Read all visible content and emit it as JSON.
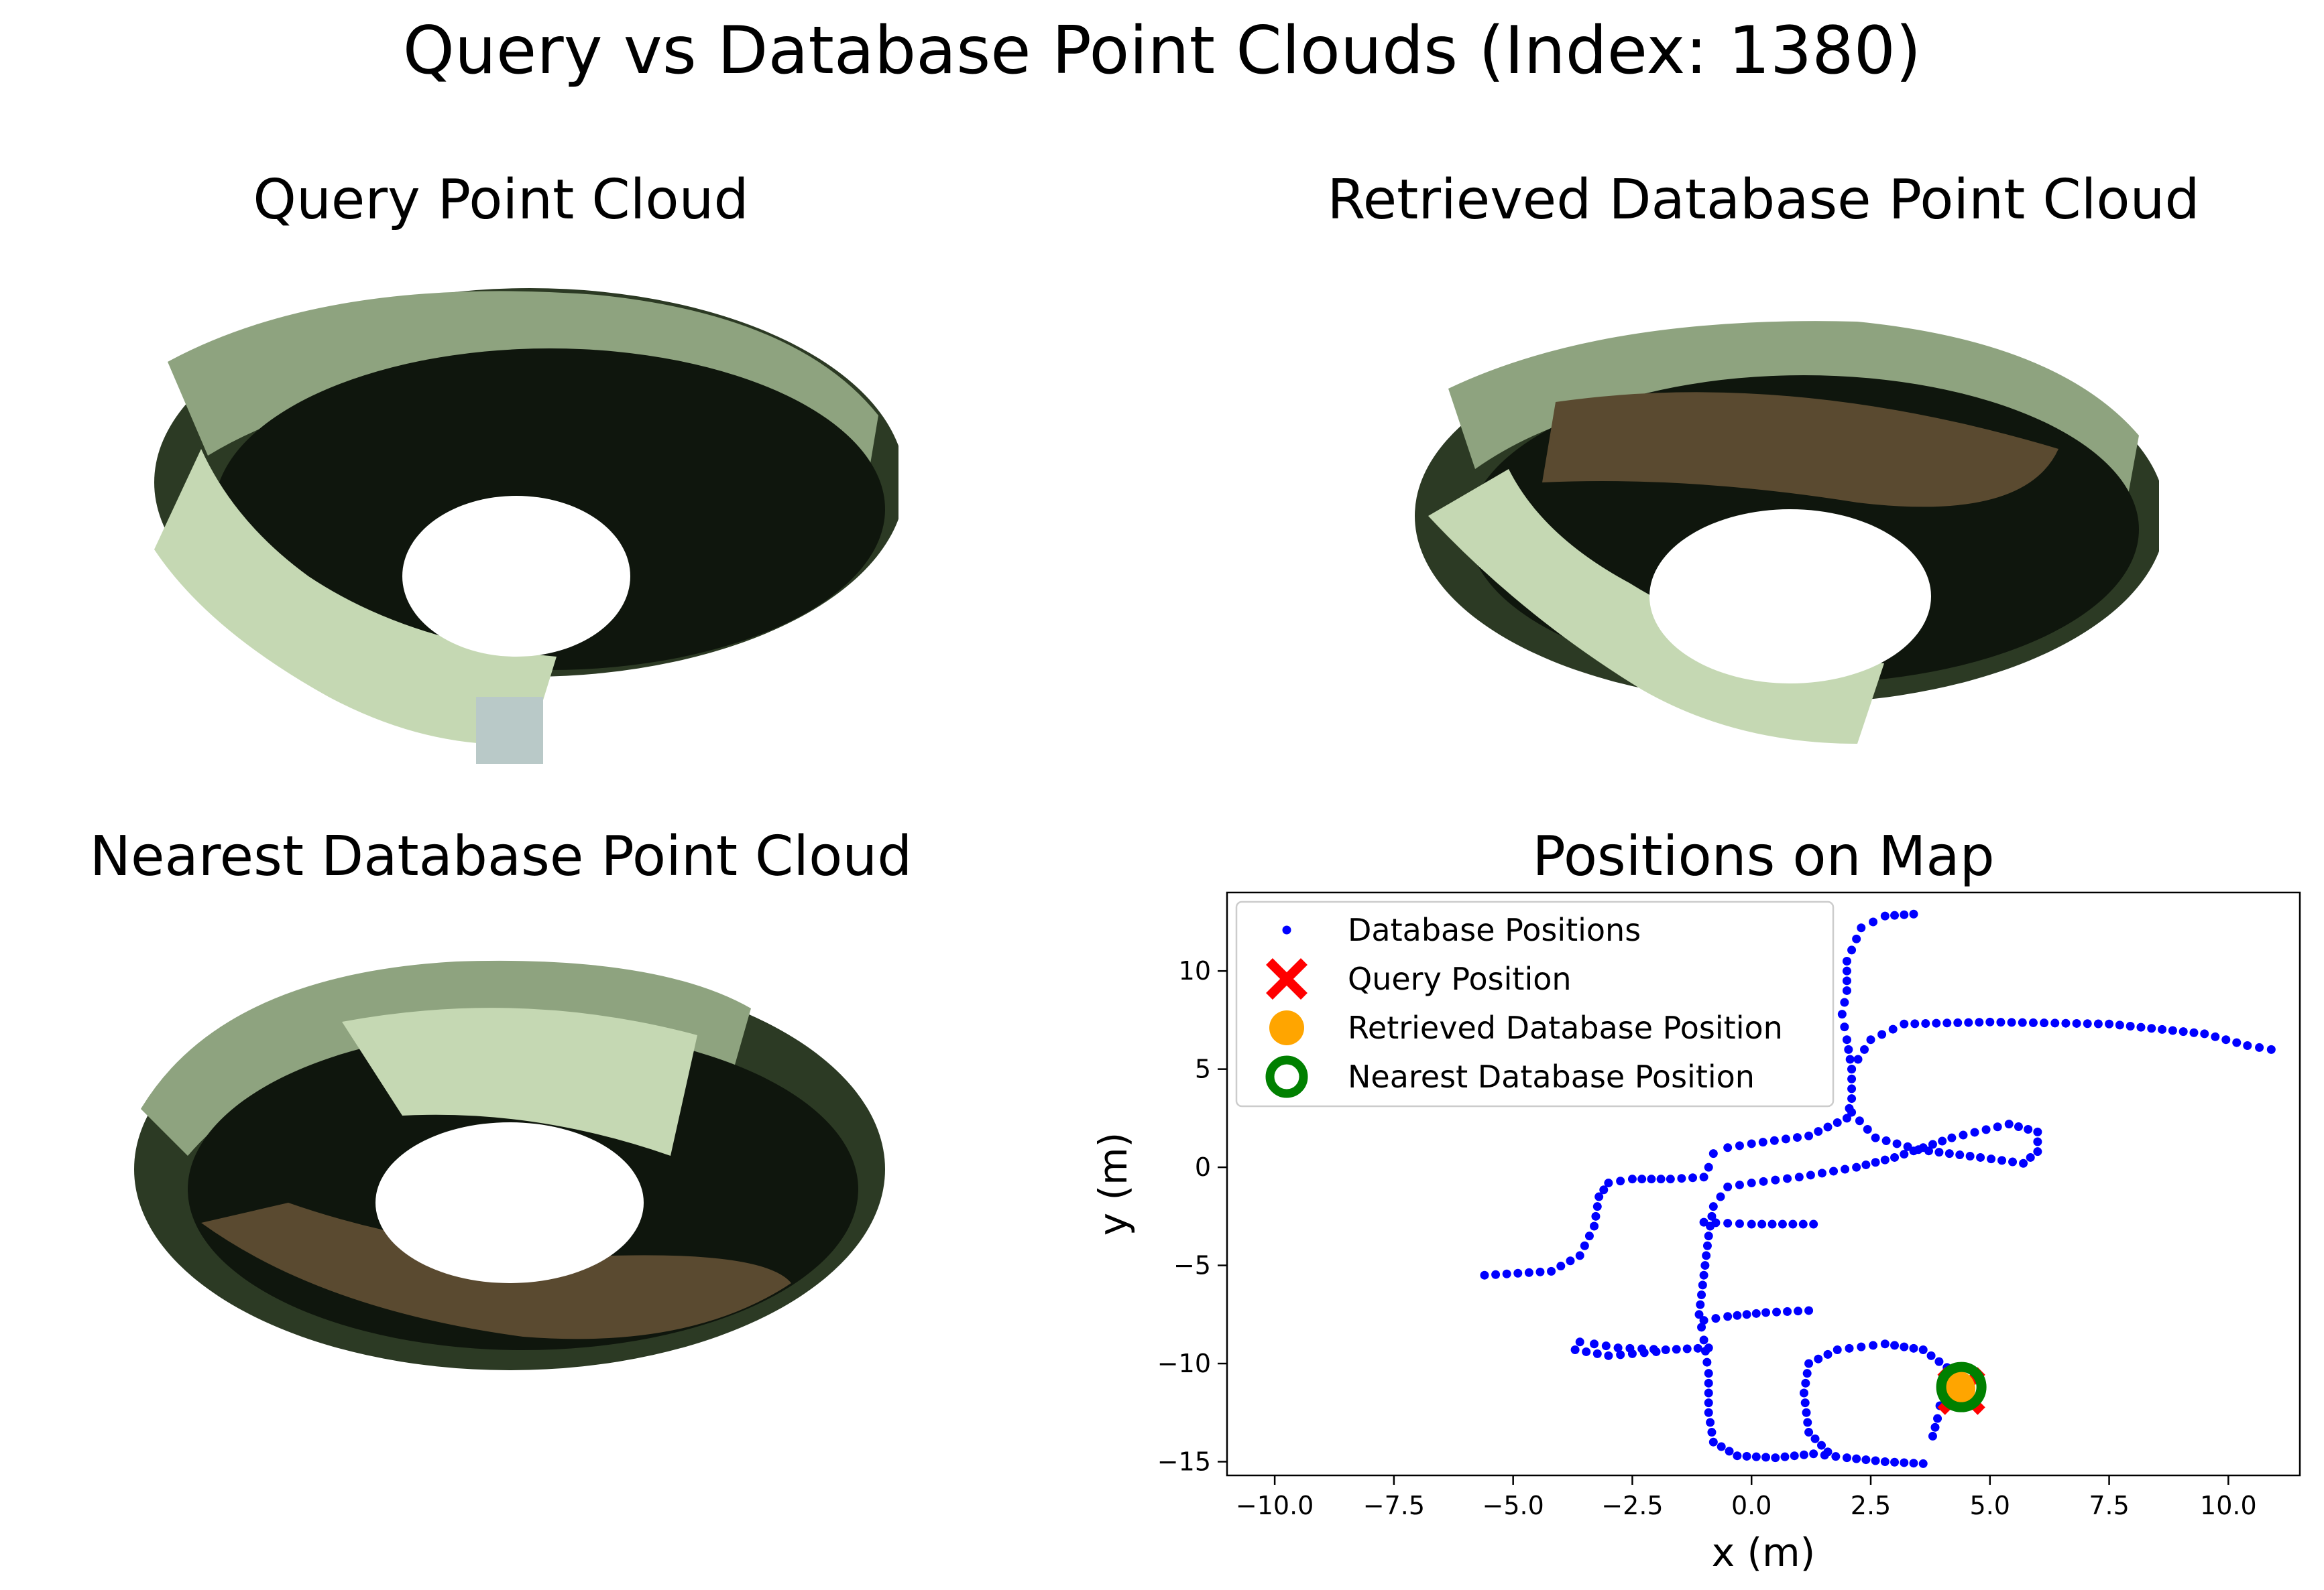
{
  "suptitle": "Query vs Database Point Clouds (Index: 1380)",
  "panels": {
    "query": {
      "title": "Query Point Cloud"
    },
    "retrieved": {
      "title": "Retrieved Database Point Cloud"
    },
    "nearest": {
      "title": "Nearest Database Point Cloud"
    },
    "map": {
      "title": "Positions on Map"
    }
  },
  "colors": {
    "database": "#0000ff",
    "query": "#ff0000",
    "retrieved": "#ffa500",
    "nearest": "#008000",
    "cloud_dark": "#10180f",
    "cloud_wall": "#7d8f6f",
    "cloud_bright": "#d4e6c0",
    "cloud_floor": "#5a4a30"
  },
  "chart_data": {
    "type": "scatter",
    "title": "Positions on Map",
    "xlabel": "x (m)",
    "ylabel": "y (m)",
    "xlim": [
      -11,
      11.5
    ],
    "ylim": [
      -15.7,
      14
    ],
    "xticks": [
      -10.0,
      -7.5,
      -5.0,
      -2.5,
      0.0,
      2.5,
      5.0,
      7.5,
      10.0
    ],
    "xtick_labels": [
      "−10.0",
      "−7.5",
      "−5.0",
      "−2.5",
      "0.0",
      "2.5",
      "5.0",
      "7.5",
      "10.0"
    ],
    "yticks": [
      -15,
      -10,
      -5,
      0,
      5,
      10
    ],
    "ytick_labels": [
      "−15",
      "−10",
      "−5",
      "0",
      "5",
      "10"
    ],
    "legend_position": "top-left",
    "legend": [
      "Database Positions",
      "Query Position",
      "Retrieved Database Position",
      "Nearest Database Position"
    ],
    "database_path": [
      [
        3.4,
        12.9
      ],
      [
        2.8,
        12.8
      ],
      [
        2.3,
        12.2
      ],
      [
        2.0,
        10.5
      ],
      [
        2.0,
        9.0
      ],
      [
        1.9,
        7.8
      ],
      [
        2.0,
        6.5
      ],
      [
        2.1,
        5.0
      ],
      [
        2.1,
        3.5
      ],
      [
        2.0,
        2.5
      ],
      [
        1.2,
        1.6
      ],
      [
        0.0,
        1.2
      ],
      [
        -0.5,
        1.0
      ],
      [
        -0.8,
        0.7
      ],
      [
        -0.9,
        0.0
      ],
      [
        -1.0,
        -0.5
      ],
      [
        -1.7,
        -0.6
      ],
      [
        -2.5,
        -0.6
      ],
      [
        -3.0,
        -0.8
      ],
      [
        -3.2,
        -1.5
      ],
      [
        -3.3,
        -3.0
      ],
      [
        -3.6,
        -4.5
      ],
      [
        -4.2,
        -5.3
      ],
      [
        -5.6,
        -5.5
      ]
    ],
    "database_path_2": [
      [
        2.1,
        5.0
      ],
      [
        2.5,
        6.5
      ],
      [
        3.2,
        7.3
      ],
      [
        5.0,
        7.4
      ],
      [
        7.5,
        7.3
      ],
      [
        9.5,
        6.8
      ],
      [
        10.4,
        6.2
      ],
      [
        10.9,
        6.0
      ]
    ],
    "database_path_3": [
      [
        2.1,
        2.8
      ],
      [
        2.6,
        1.5
      ],
      [
        3.5,
        0.9
      ],
      [
        4.8,
        0.5
      ],
      [
        5.7,
        0.2
      ],
      [
        6.0,
        0.8
      ],
      [
        6.0,
        1.8
      ],
      [
        5.4,
        2.2
      ],
      [
        4.2,
        1.5
      ],
      [
        3.0,
        0.5
      ],
      [
        2.2,
        0.0
      ],
      [
        1.0,
        -0.5
      ],
      [
        0.0,
        -0.8
      ],
      [
        -0.5,
        -1.0
      ],
      [
        -0.8,
        -2.0
      ],
      [
        -0.9,
        -3.5
      ],
      [
        -1.0,
        -5.5
      ],
      [
        -1.1,
        -7.5
      ],
      [
        -1.0,
        -8.8
      ],
      [
        -0.9,
        -10.5
      ],
      [
        -0.9,
        -12.5
      ],
      [
        -0.8,
        -14.0
      ],
      [
        -0.3,
        -14.7
      ],
      [
        0.5,
        -14.8
      ],
      [
        1.3,
        -14.6
      ],
      [
        2.0,
        -14.8
      ],
      [
        2.8,
        -15.0
      ],
      [
        3.6,
        -15.1
      ]
    ],
    "database_path_4": [
      [
        -1.0,
        -2.8
      ],
      [
        0.0,
        -2.9
      ],
      [
        1.3,
        -2.9
      ]
    ],
    "database_path_5": [
      [
        -1.0,
        -7.8
      ],
      [
        -0.5,
        -7.6
      ],
      [
        0.3,
        -7.4
      ],
      [
        1.2,
        -7.3
      ]
    ],
    "database_path_6": [
      [
        -0.9,
        -9.2
      ],
      [
        -1.8,
        -9.3
      ],
      [
        -2.8,
        -9.2
      ],
      [
        -3.3,
        -9.0
      ],
      [
        -3.6,
        -8.9
      ],
      [
        -3.7,
        -9.3
      ],
      [
        -3.0,
        -9.6
      ],
      [
        -2.0,
        -9.4
      ]
    ],
    "database_path_7": [
      [
        1.6,
        -14.5
      ],
      [
        1.2,
        -13.5
      ],
      [
        1.1,
        -11.5
      ],
      [
        1.2,
        -10.0
      ],
      [
        1.8,
        -9.3
      ],
      [
        2.8,
        -9.0
      ],
      [
        3.6,
        -9.3
      ],
      [
        4.1,
        -10.2
      ],
      [
        4.0,
        -11.5
      ],
      [
        3.9,
        -12.8
      ],
      [
        3.8,
        -13.7
      ]
    ],
    "query": [
      4.4,
      -11.4
    ],
    "retrieved": [
      4.3,
      -11.3
    ],
    "nearest": [
      4.4,
      -11.2
    ]
  }
}
